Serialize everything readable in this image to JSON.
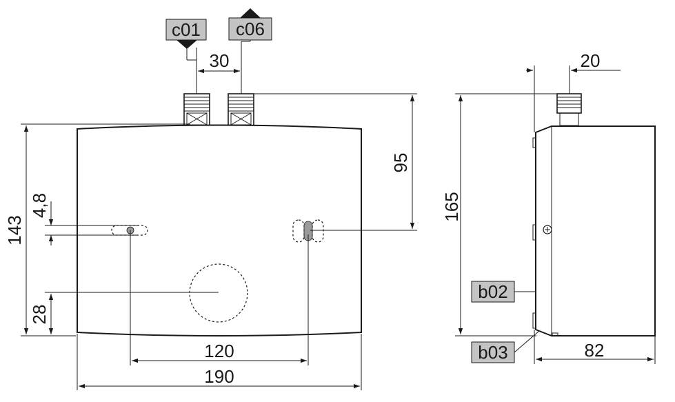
{
  "front_view": {
    "width_label": "190",
    "spacing_label": "120",
    "height_label": "143",
    "lower_label": "28",
    "hole_label": "4,8",
    "fitting_label": "95",
    "pitch_label": "30"
  },
  "side_view": {
    "height_label": "165",
    "depth_label": "82",
    "offset_label": "20"
  },
  "tags": {
    "c01": "c01",
    "c06": "c06",
    "b02": "b02",
    "b03": "b03"
  }
}
